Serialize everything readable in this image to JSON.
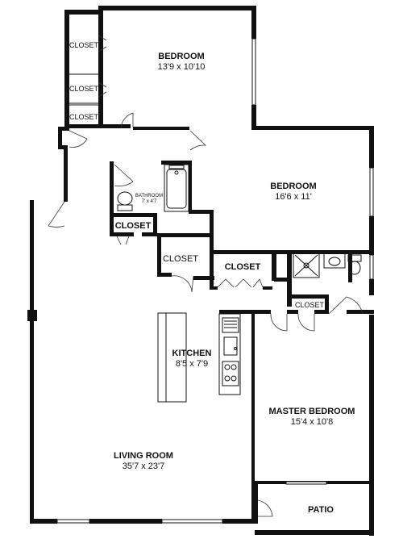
{
  "rooms": {
    "bedroom_top": {
      "name": "BEDROOM",
      "size": "13'9 x 10'10"
    },
    "bedroom_right": {
      "name": "BEDROOM",
      "size": "16'6 x 11'"
    },
    "bathroom": {
      "name": "BATHROOM",
      "size": "7' x 4'7"
    },
    "kitchen": {
      "name": "KITCHEN",
      "size": "8'5 x 7'9"
    },
    "master_bedroom": {
      "name": "MASTER BEDROOM",
      "size": "15'4 x 10'8"
    },
    "living_room": {
      "name": "LIVING ROOM",
      "size": "35'7 x 23'7"
    },
    "patio": {
      "name": "PATIO"
    }
  },
  "closets": [
    {
      "label": "CLOSET"
    },
    {
      "label": "CLOSET"
    },
    {
      "label": "CLOSET"
    },
    {
      "label": "CLOSET"
    },
    {
      "label": "CLOSET"
    },
    {
      "label": "CLOSET"
    },
    {
      "label": "CLOSET"
    }
  ]
}
